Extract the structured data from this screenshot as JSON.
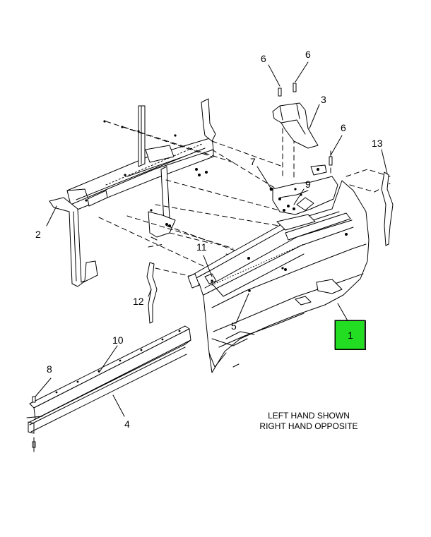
{
  "diagram": {
    "highlight_color": "#22dd22",
    "line_color": "#000000",
    "fill_color": "#ffffff",
    "callouts": [
      {
        "key": "c1",
        "label": "1",
        "highlighted": true
      },
      {
        "key": "c2",
        "label": "2"
      },
      {
        "key": "c3",
        "label": "3"
      },
      {
        "key": "c4",
        "label": "4"
      },
      {
        "key": "c5",
        "label": "5"
      },
      {
        "key": "c6a",
        "label": "6"
      },
      {
        "key": "c6b",
        "label": "6"
      },
      {
        "key": "c6c",
        "label": "6"
      },
      {
        "key": "c7",
        "label": "7"
      },
      {
        "key": "c8",
        "label": "8"
      },
      {
        "key": "c9",
        "label": "9"
      },
      {
        "key": "c10",
        "label": "10"
      },
      {
        "key": "c11",
        "label": "11"
      },
      {
        "key": "c12",
        "label": "12"
      },
      {
        "key": "c13",
        "label": "13"
      }
    ],
    "note_line1": "LEFT HAND SHOWN",
    "note_line2": "RIGHT HAND OPPOSITE"
  }
}
